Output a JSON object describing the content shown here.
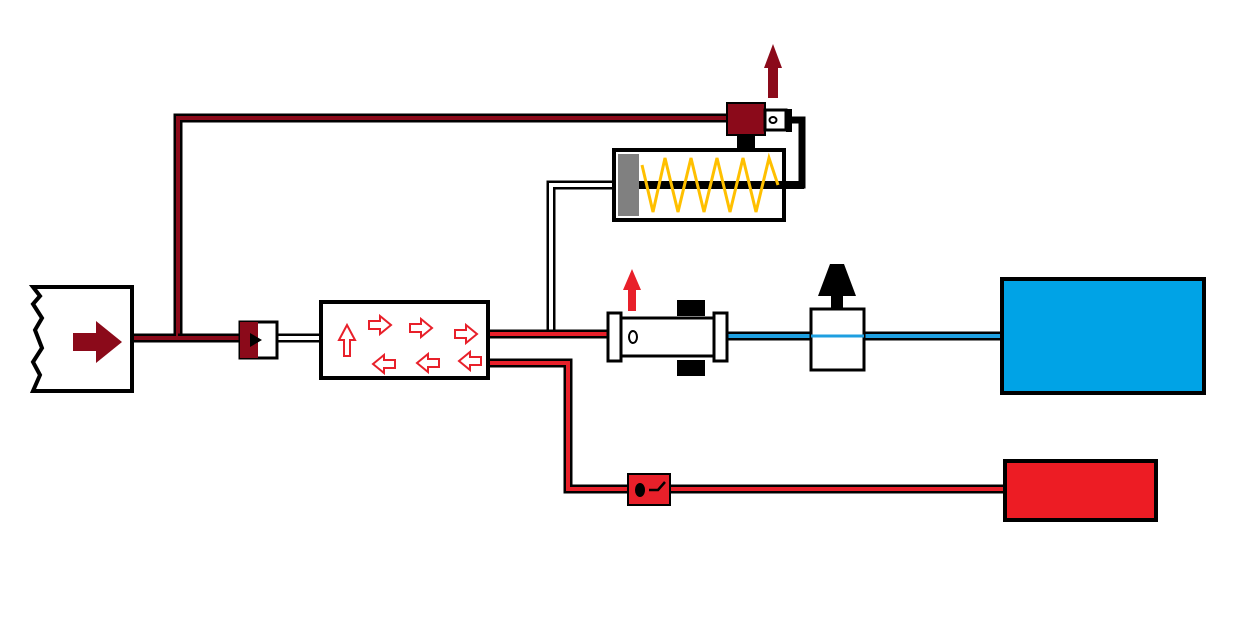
{
  "colors": {
    "background": "#ffffff",
    "outline": "#000000",
    "dark_red_line": "#8b0a1a",
    "red_line": "#e8202a",
    "blue_line": "#1e9fe0",
    "blue_tank": "#00a3e6",
    "red_tank": "#ed1c24",
    "spring": "#ffc000",
    "piston": "#808080",
    "arrow_dark": "#8b0a1a",
    "arrow_red": "#e8202a"
  },
  "components": [
    {
      "id": "inlet-source",
      "icon": "inlet-arrow-icon"
    },
    {
      "id": "inlet-check-valve",
      "icon": "check-valve-icon"
    },
    {
      "id": "mixing-chamber",
      "icon": "circulation-arrows-icon"
    },
    {
      "id": "spring-actuator",
      "icon": "spring-piston-icon"
    },
    {
      "id": "top-relief-valve",
      "icon": "relief-valve-icon"
    },
    {
      "id": "center-valve",
      "icon": "valve-icon"
    },
    {
      "id": "hand-valve",
      "icon": "hand-valve-icon"
    },
    {
      "id": "blue-tank",
      "icon": "tank-icon"
    },
    {
      "id": "outlet-check-valve",
      "icon": "check-valve-icon"
    },
    {
      "id": "red-tank",
      "icon": "tank-icon"
    }
  ]
}
